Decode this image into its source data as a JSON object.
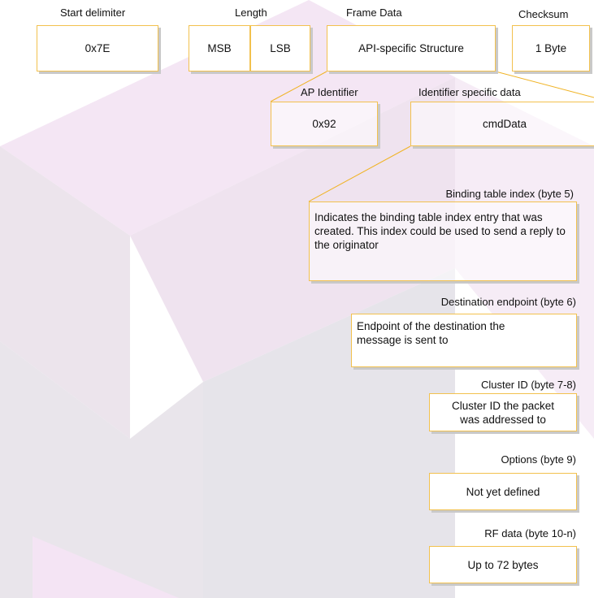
{
  "frame": {
    "start": {
      "label": "Start delimiter",
      "value": "0x7E"
    },
    "length": {
      "label": "Length",
      "msb": "MSB",
      "lsb": "LSB"
    },
    "frame_data": {
      "label": "Frame Data",
      "value": "API-specific Structure"
    },
    "checksum": {
      "label": "Checksum",
      "value": "1 Byte"
    }
  },
  "api": {
    "identifier": {
      "label": "AP Identifier",
      "value": "0x92"
    },
    "specific": {
      "label": "Identifier specific data",
      "value": "cmdData"
    }
  },
  "fields": [
    {
      "label": "Binding table index  (byte 5)",
      "value": "Indicates the binding table index entry that was created. This index could be used to send a reply to the originator"
    },
    {
      "label": "Destination endpoint (byte 6)",
      "value": "Endpoint of the destination the message is sent to"
    },
    {
      "label": "Cluster ID (byte 7-8)",
      "value": "Cluster ID the packet was addressed to"
    },
    {
      "label": "Options (byte 9)",
      "value": "Not yet defined"
    },
    {
      "label": "RF data (byte 10-n)",
      "value": "Up to 72 bytes"
    }
  ],
  "colors": {
    "border": "#f2c14e",
    "line": "#f0b324",
    "shadow": "#c9c9c9",
    "watermark": [
      "#f3e6f3",
      "#ebe3eb",
      "#e5e3e9",
      "#f5e7f5"
    ]
  }
}
